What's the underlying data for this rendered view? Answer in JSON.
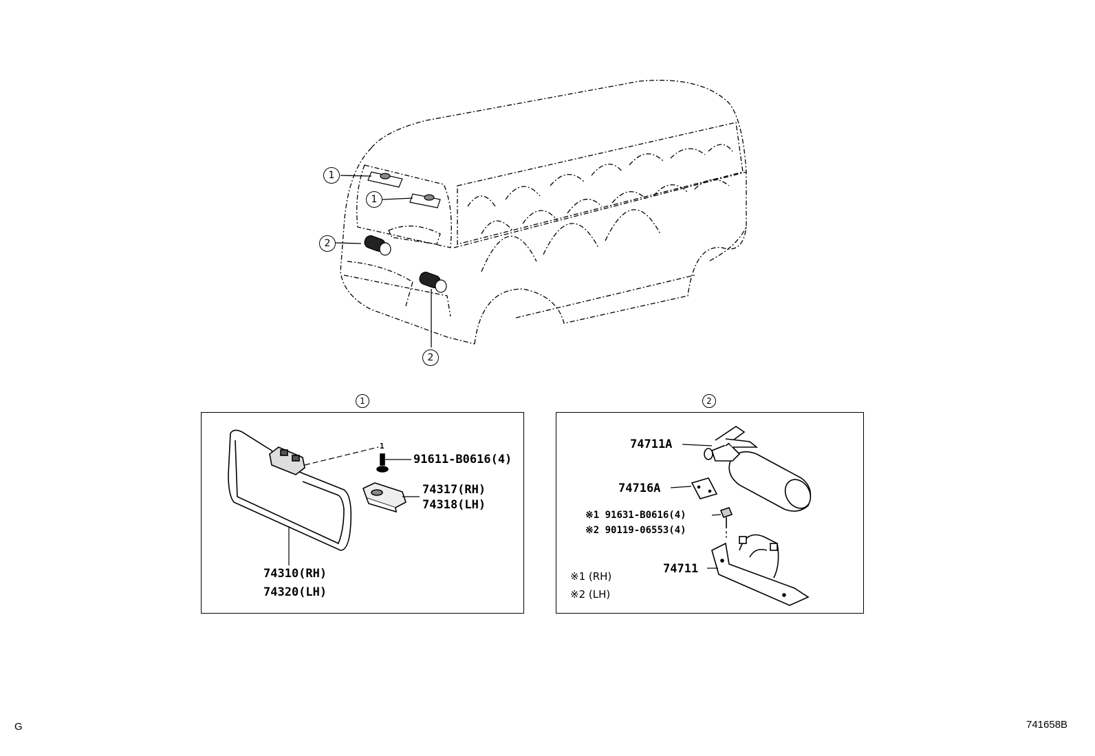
{
  "callouts": {
    "ref1": "1",
    "ref2": "2"
  },
  "detail1": {
    "title_ref": "1",
    "parts": [
      {
        "number": "91611-B0616(4)"
      },
      {
        "number": "74317(RH)"
      },
      {
        "number": "74318(LH)"
      },
      {
        "number": "74310(RH)"
      },
      {
        "number": "74320(LH)"
      }
    ],
    "leader_mark": "1"
  },
  "detail2": {
    "title_ref": "2",
    "parts": [
      {
        "number": "74711A"
      },
      {
        "number": "74716A"
      },
      {
        "number": "※1 91631-B0616(4)"
      },
      {
        "number": "※2 90119-06553(4)"
      },
      {
        "number": "74711"
      }
    ],
    "notes": [
      "※1 (RH)",
      "※2 (LH)"
    ]
  },
  "footer": {
    "left_code": "G",
    "diagram_id": "741658B"
  }
}
